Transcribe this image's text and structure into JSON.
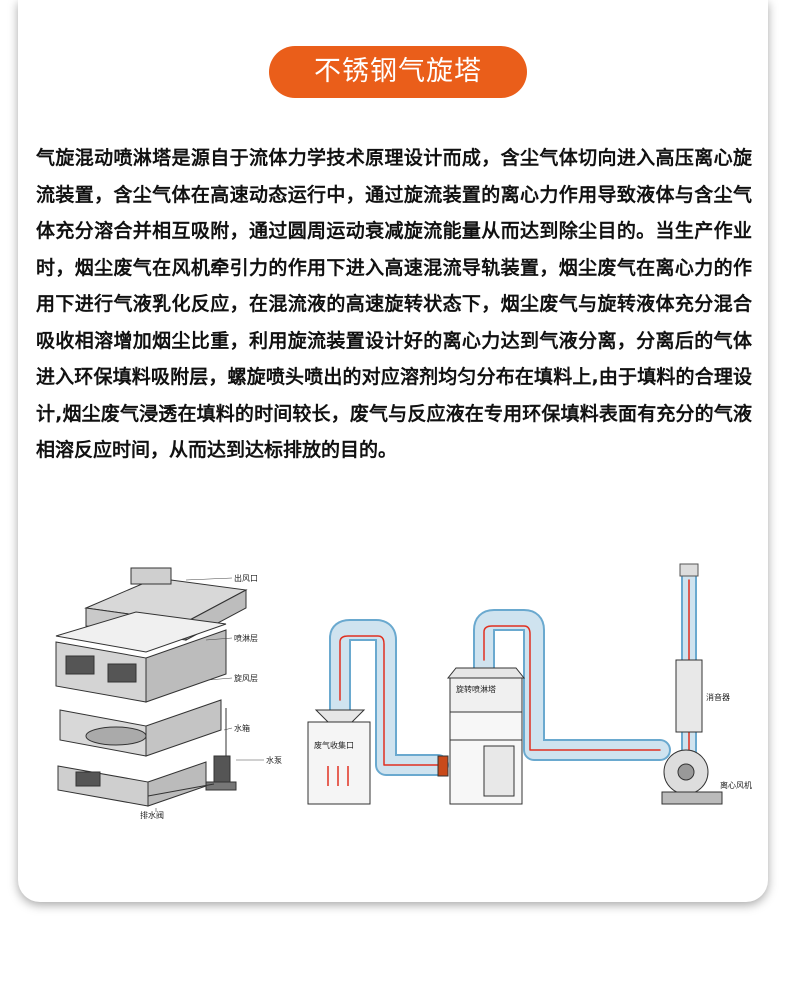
{
  "header": {
    "title": "不锈钢气旋塔"
  },
  "body": {
    "paragraph": "气旋混动喷淋塔是源自于流体力学技术原理设计而成，含尘气体切向进入高压离心旋流装置，含尘气体在高速动态运行中，通过旋流装置的离心力作用导致液体与含尘气体充分溶合并相互吸附，通过圆周运动衰减旋流能量从而达到除尘目的。当生产作业时，烟尘废气在风机牵引力的作用下进入高速混流导轨装置，烟尘废气在离心力的作用下进行气液乳化反应，在混流液的高速旋转状态下，烟尘废气与旋转液体充分混合吸收相溶增加烟尘比重，利用旋流装置设计好的离心力达到气液分离，分离后的气体进入环保填料吸附层，螺旋喷头喷出的对应溶剂均匀分布在填料上,由于填料的合理设计,烟尘废气浸透在填料的时间较长，废气与反应液在专用环保填料表面有充分的气液相溶反应时间，从而达到达标排放的目的。"
  },
  "figure_left": {
    "labels": {
      "outlet": "出风口",
      "spray_layer": "喷淋层",
      "cyclone_layer": "旋风层",
      "water_tank": "水箱",
      "water_pump": "水泵",
      "drain_valve": "排水阀"
    }
  },
  "figure_right": {
    "labels": {
      "collector": "废气收集口",
      "tower": "旋转喷淋塔",
      "silencer": "消音器",
      "fan": "离心风机"
    }
  },
  "colors": {
    "accent": "#ea5e1a",
    "duct": "#cfe3ef",
    "duct_edge": "#6aa9cf",
    "flow": "#e03020"
  }
}
